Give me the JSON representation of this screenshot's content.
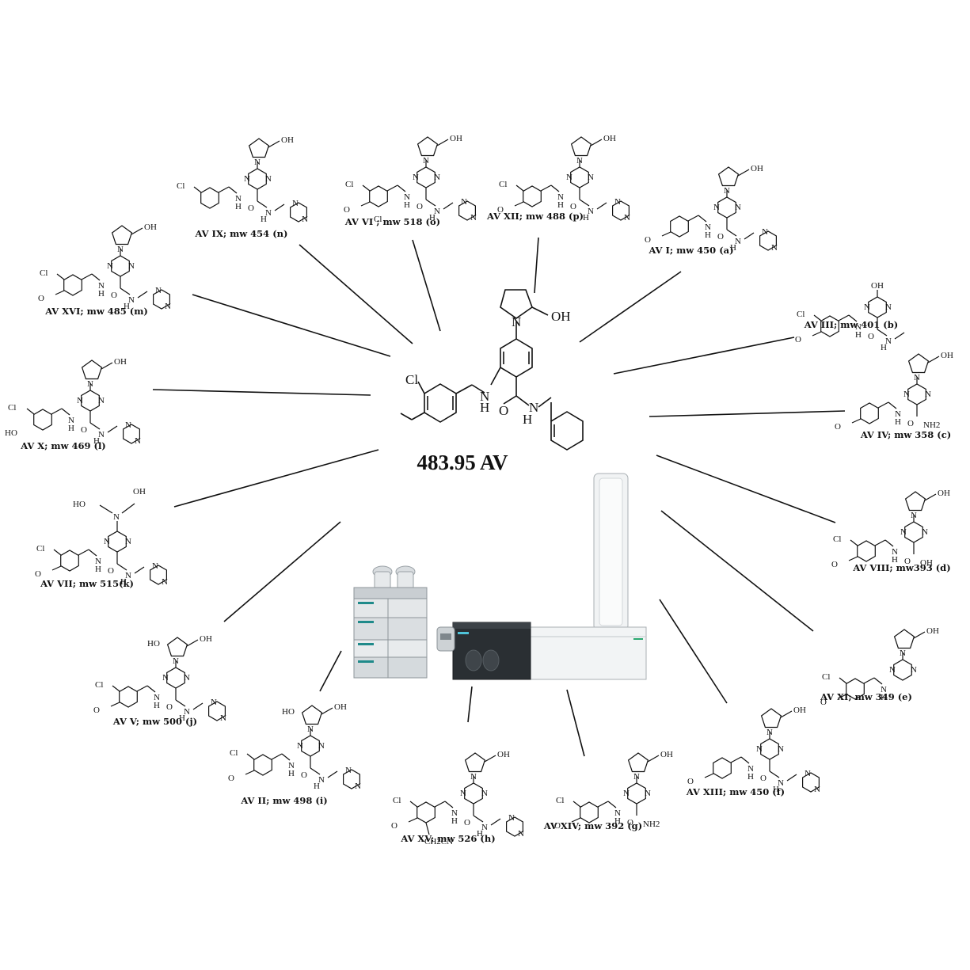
{
  "center": {
    "label": "483.95 AV",
    "atoms": {
      "cl": "Cl",
      "oh": "OH",
      "n": "N",
      "nh": "N",
      "h": "H"
    }
  },
  "metabolites": [
    {
      "id": "ix",
      "label": "AV IX; mw 454 (n)"
    },
    {
      "id": "vi",
      "label": "AV VI  ; mw 518 (o)"
    },
    {
      "id": "xii",
      "label": "AV XII; mw 488 (p)"
    },
    {
      "id": "i",
      "label": "AV I; mw 450 (a)"
    },
    {
      "id": "xvi",
      "label": "AV XVI; mw 485 (m)"
    },
    {
      "id": "iii",
      "label": "AV III; mw 401 (b)"
    },
    {
      "id": "x",
      "label": "AV X; mw 469 (l)"
    },
    {
      "id": "iv",
      "label": "AV IV; mw 358 (c)"
    },
    {
      "id": "vii",
      "label": "AV VII; mw 515(k)"
    },
    {
      "id": "viii",
      "label": "AV VIII; mw393 (d)"
    },
    {
      "id": "v",
      "label": "AV V; mw 500 (j)"
    },
    {
      "id": "xi",
      "label": "AV XI; mw  349 (e)"
    },
    {
      "id": "ii",
      "label": "AV II; mw 498 (i)"
    },
    {
      "id": "xiii",
      "label": "AV XIII; mw 450 (f)"
    },
    {
      "id": "xv",
      "label": "AV XV; mw 526 (h)"
    },
    {
      "id": "xiv",
      "label": "AV XIV; mw 392 (g)"
    }
  ],
  "atom_labels": {
    "oh": "OH",
    "cl": "Cl",
    "n": "N",
    "nh": "N",
    "h": "H",
    "ho": "HO",
    "nh2": "NH2",
    "cooh": "OH",
    "ch2cn": "CH2CN"
  },
  "colors": {
    "line": "#111111",
    "instrument_teal": "#1f8a8a",
    "instrument_dark": "#2a2f33"
  }
}
